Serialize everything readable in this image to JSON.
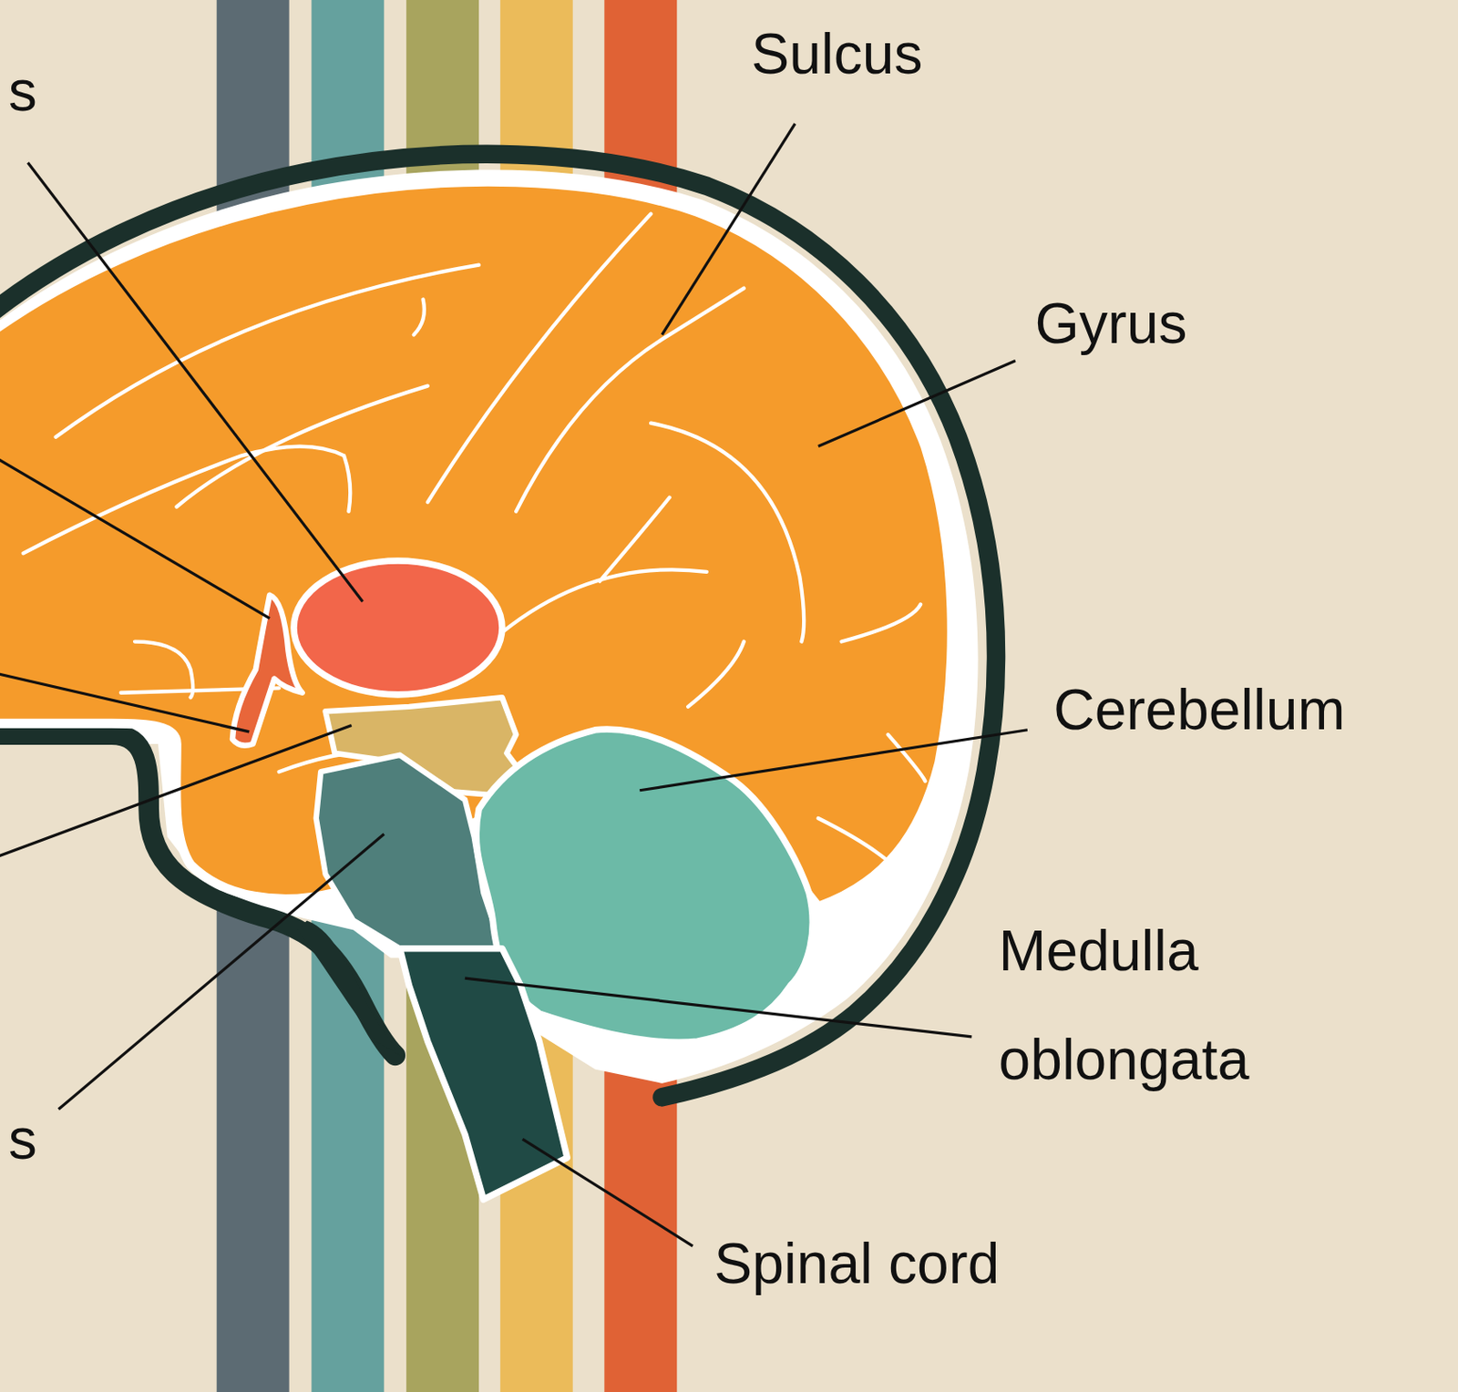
{
  "diagram": {
    "labels": [
      "s",
      "Sulcus",
      "Gyrus",
      "Cerebellum",
      "Medulla oblongata",
      "Spinal cord",
      "s"
    ]
  }
}
